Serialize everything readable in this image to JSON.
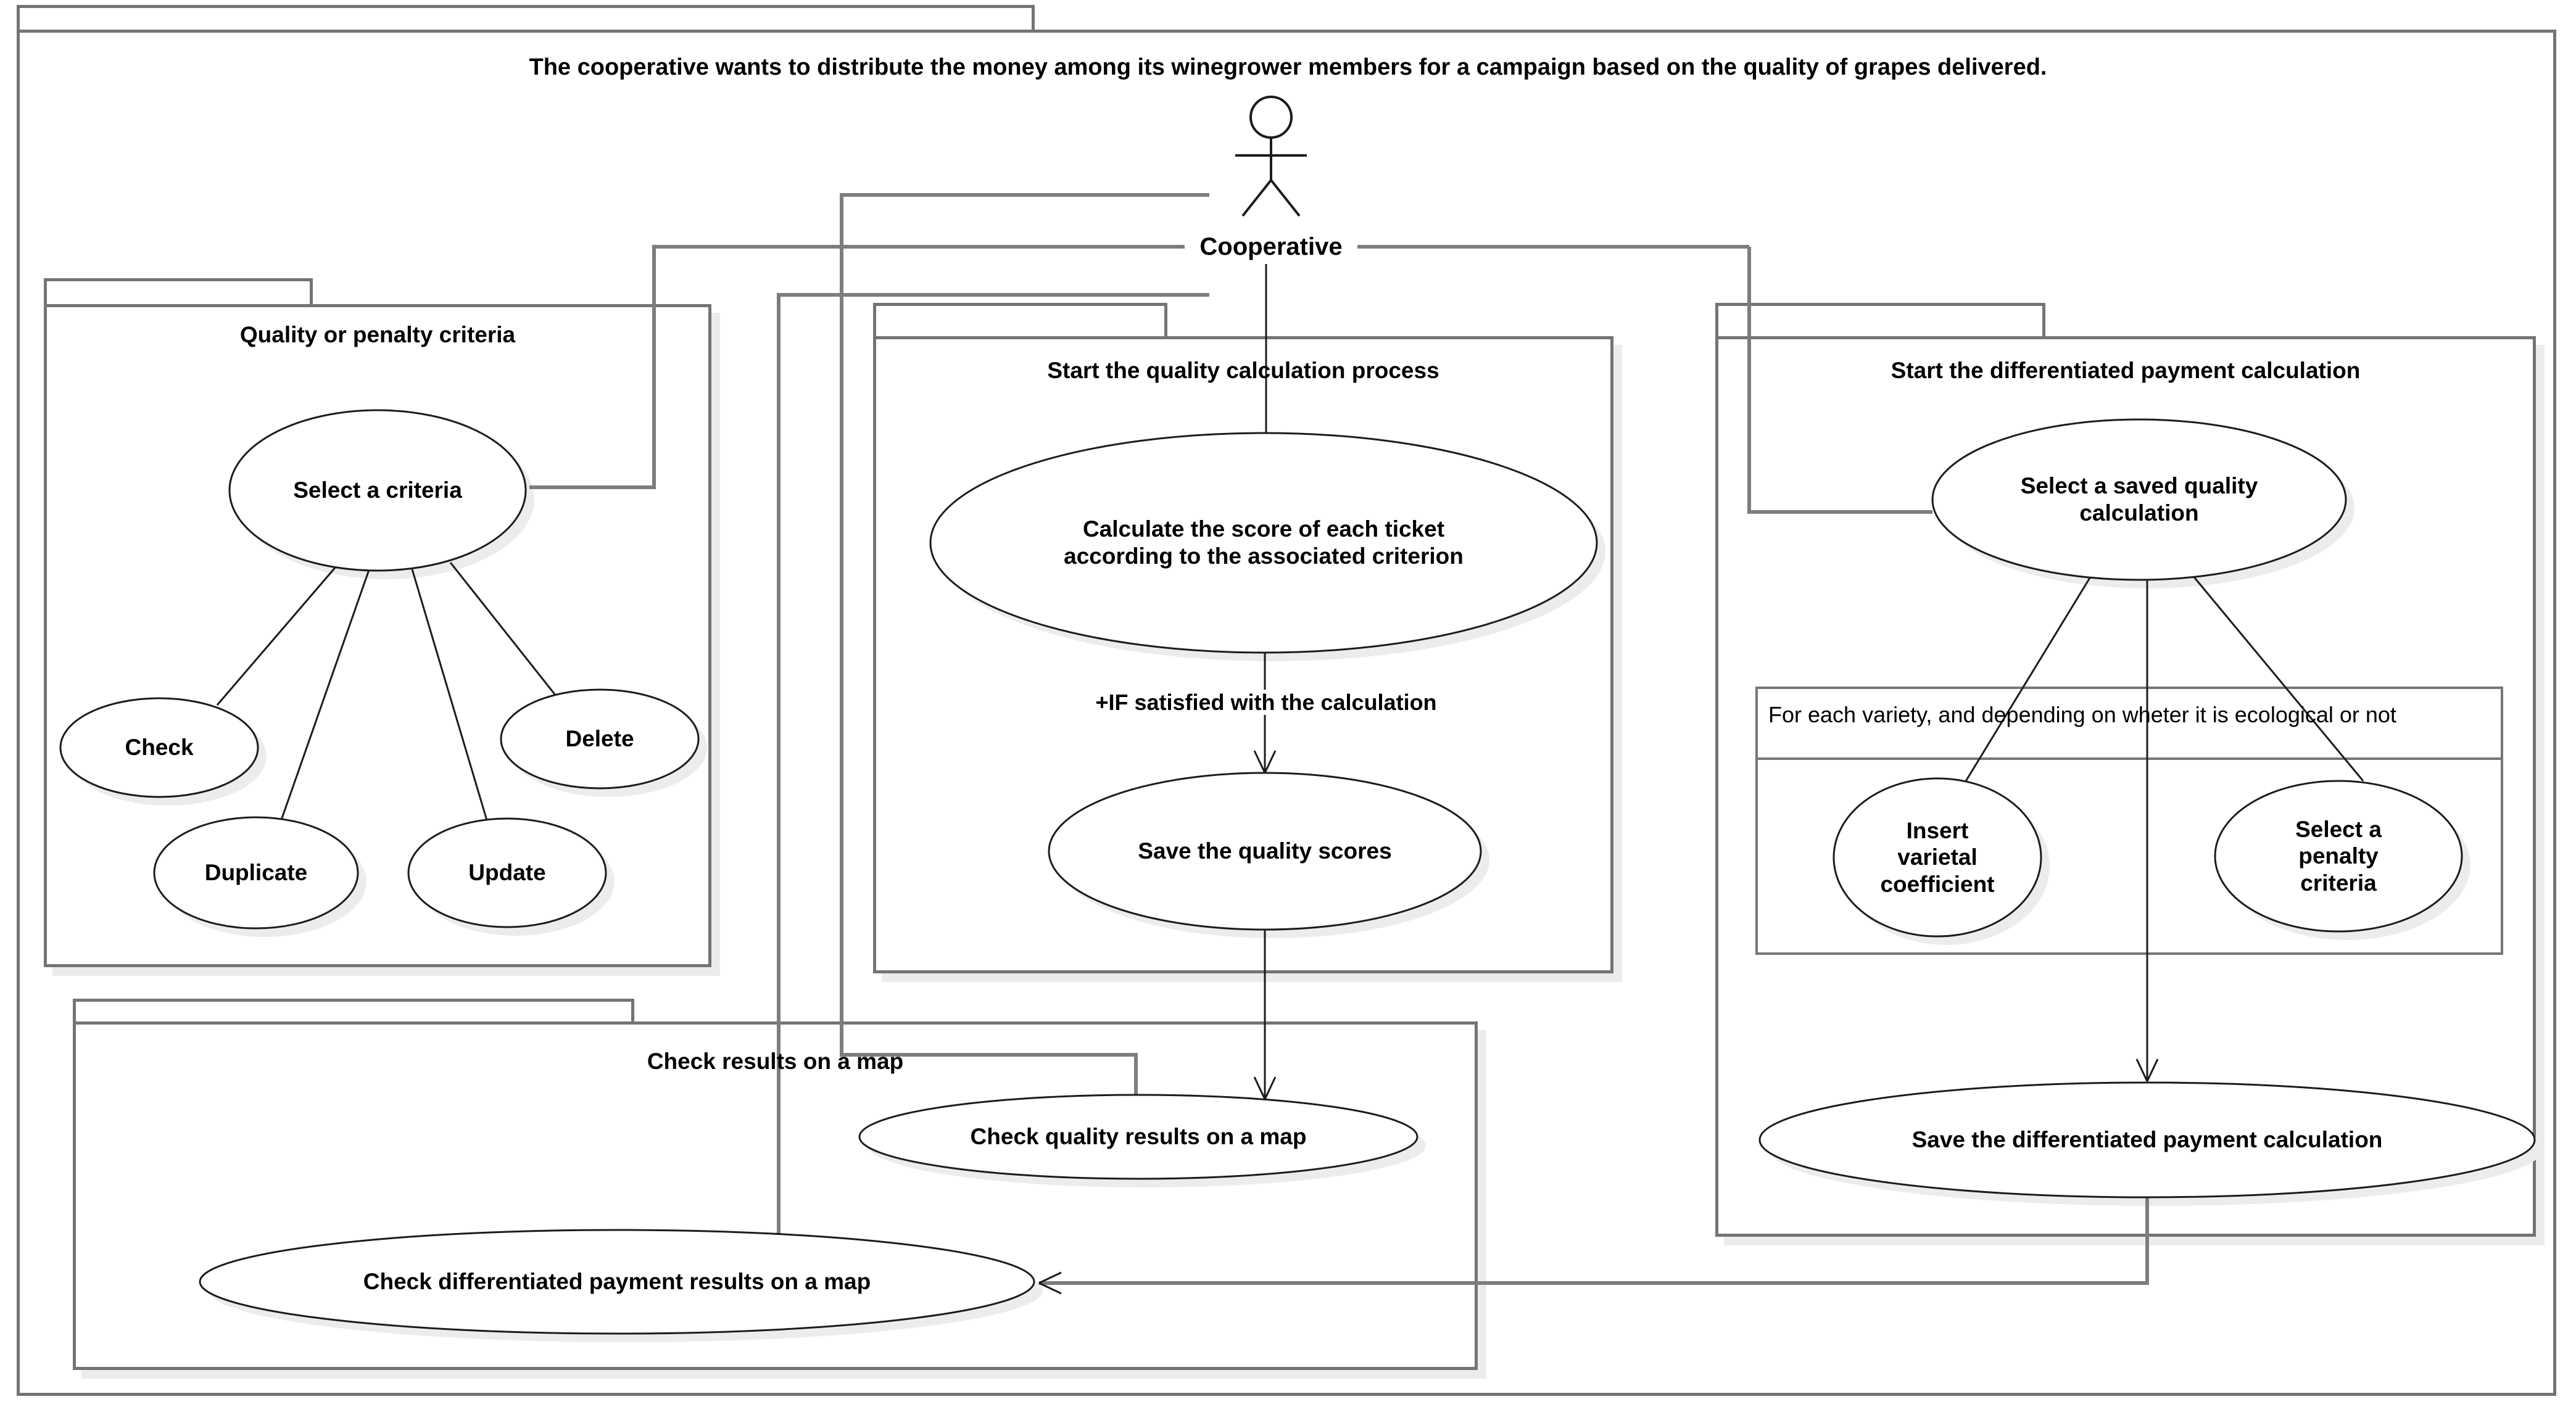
{
  "diagram": {
    "title": "The cooperative wants to distribute the money among its winegrower members for a campaign based on the quality of grapes delivered.",
    "actor": {
      "label": "Cooperative"
    },
    "pkg_criteria": {
      "title": "Quality or penalty criteria",
      "uc_select": "Select a criteria",
      "uc_check": "Check",
      "uc_duplicate": "Duplicate",
      "uc_update": "Update",
      "uc_delete": "Delete"
    },
    "pkg_quality": {
      "title": "Start the quality calculation process",
      "uc_calculate": "Calculate the score of each ticket according to the associated criterion",
      "if_label": "+IF satisfied with the calculation",
      "uc_save": "Save the quality scores"
    },
    "pkg_payment": {
      "title": "Start the differentiated payment calculation",
      "uc_select_saved": "Select a saved quality calculation",
      "frame_label": "For each variety, and depending on wheter it is ecological or not",
      "uc_insert": "Insert varietal coefficient",
      "uc_penalty": "Select a penalty criteria",
      "uc_save_diff": "Save the differentiated payment calculation"
    },
    "pkg_map": {
      "title": "Check results on a map",
      "uc_quality_map": "Check quality results on a map",
      "uc_payment_map": "Check differentiated payment results on a map"
    },
    "colors": {
      "package_border": "#747474",
      "association_line": "#7d7d7d",
      "arrow_line": "#1c1c1c",
      "shadow": "#ececec",
      "background": "#ffffff",
      "text": "#000000"
    }
  }
}
